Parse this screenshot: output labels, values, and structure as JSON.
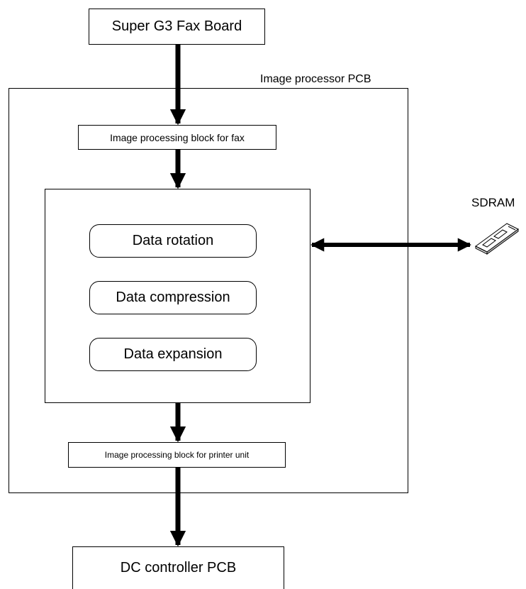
{
  "nodes": {
    "fax_board": "Super G3 Fax Board",
    "image_processor_pcb": "Image processor PCB",
    "fax_block": "Image processing block for fax",
    "rotation": "Data rotation",
    "compression": "Data compression",
    "expansion": "Data expansion",
    "printer_block": "Image processing block for printer unit",
    "dc_controller": "DC controller PCB",
    "sdram": "SDRAM"
  },
  "icons": {
    "sdram": "memory-module-icon"
  }
}
